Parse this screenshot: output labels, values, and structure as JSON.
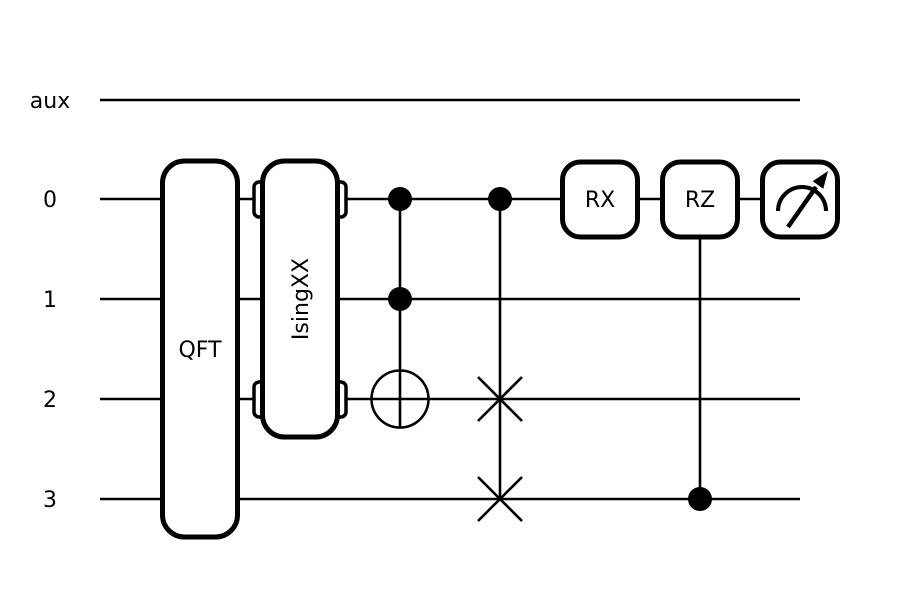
{
  "window": {
    "background": "#ffffff",
    "line_color": "#000000"
  },
  "circuit": {
    "wires": [
      {
        "label": "aux"
      },
      {
        "label": "0"
      },
      {
        "label": "1"
      },
      {
        "label": "2"
      },
      {
        "label": "3"
      }
    ],
    "gates": {
      "qft": {
        "label": "QFT",
        "wires": "0-3"
      },
      "isingxx": {
        "label": "IsingXX",
        "active_wires": "0, 2"
      },
      "toffoli": {
        "controls": "0, 1",
        "target": "2"
      },
      "cswap": {
        "control": "0",
        "swap_wires": "2, 3"
      },
      "rx": {
        "label": "RX",
        "wire": "0"
      },
      "crz": {
        "label": "RZ",
        "wire": "0",
        "control": "3"
      },
      "measurement": {
        "wire": "0",
        "icon": "meter-icon"
      }
    }
  }
}
